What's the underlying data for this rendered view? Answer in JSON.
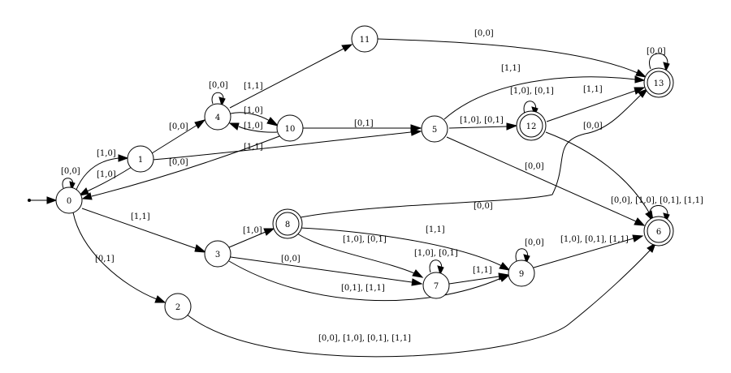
{
  "states": [
    {
      "id": "0",
      "label": "0",
      "accepting": false
    },
    {
      "id": "1",
      "label": "1",
      "accepting": false
    },
    {
      "id": "2",
      "label": "2",
      "accepting": false
    },
    {
      "id": "3",
      "label": "3",
      "accepting": false
    },
    {
      "id": "4",
      "label": "4",
      "accepting": false
    },
    {
      "id": "5",
      "label": "5",
      "accepting": false
    },
    {
      "id": "6",
      "label": "6",
      "accepting": true
    },
    {
      "id": "7",
      "label": "7",
      "accepting": false
    },
    {
      "id": "8",
      "label": "8",
      "accepting": true
    },
    {
      "id": "9",
      "label": "9",
      "accepting": false
    },
    {
      "id": "10",
      "label": "10",
      "accepting": false
    },
    {
      "id": "11",
      "label": "11",
      "accepting": false
    },
    {
      "id": "12",
      "label": "12",
      "accepting": true
    },
    {
      "id": "13",
      "label": "13",
      "accepting": true
    }
  ],
  "initial_state": "0",
  "transitions": [
    {
      "from": "0",
      "to": "0",
      "label": "[0,0]"
    },
    {
      "from": "0",
      "to": "1",
      "label": "[1,0]"
    },
    {
      "from": "1",
      "to": "0",
      "label": "[1,0]"
    },
    {
      "from": "0",
      "to": "3",
      "label": "[1,1]"
    },
    {
      "from": "0",
      "to": "2",
      "label": "[0,1]"
    },
    {
      "from": "1",
      "to": "4",
      "label": "[0,0]"
    },
    {
      "from": "1",
      "to": "5",
      "label": "[1,1]"
    },
    {
      "from": "4",
      "to": "4",
      "label": "[0,0]"
    },
    {
      "from": "4",
      "to": "11",
      "label": "[1,1]"
    },
    {
      "from": "4",
      "to": "10",
      "label": "[1,0]"
    },
    {
      "from": "10",
      "to": "4",
      "label": "[1,0]"
    },
    {
      "from": "10",
      "to": "0",
      "label": "[0,0]"
    },
    {
      "from": "10",
      "to": "5",
      "label": "[0,1]"
    },
    {
      "from": "11",
      "to": "13",
      "label": "[0,0]"
    },
    {
      "from": "5",
      "to": "13",
      "label": "[1,1]"
    },
    {
      "from": "5",
      "to": "12",
      "label": "[1,0], [0,1]"
    },
    {
      "from": "5",
      "to": "6",
      "label": "[0,0]"
    },
    {
      "from": "12",
      "to": "12",
      "label": "[1,0], [0,1]"
    },
    {
      "from": "12",
      "to": "13",
      "label": "[1,1]"
    },
    {
      "from": "12",
      "to": "6",
      "label": "[0,0]"
    },
    {
      "from": "13",
      "to": "13",
      "label": "[0,0]"
    },
    {
      "from": "6",
      "to": "6",
      "label": "[0,0], [1,0], [0,1], [1,1]"
    },
    {
      "from": "3",
      "to": "8",
      "label": "[1,0]"
    },
    {
      "from": "3",
      "to": "7",
      "label": "[0,0]"
    },
    {
      "from": "3",
      "to": "9",
      "label": "[0,1], [1,1]"
    },
    {
      "from": "8",
      "to": "13",
      "label": "[0,0]"
    },
    {
      "from": "8",
      "to": "9",
      "label": "[1,1]"
    },
    {
      "from": "8",
      "to": "7",
      "label": "[1,0], [0,1]"
    },
    {
      "from": "7",
      "to": "7",
      "label": "[1,0], [0,1]"
    },
    {
      "from": "7",
      "to": "9",
      "label": "[1,1]"
    },
    {
      "from": "9",
      "to": "9",
      "label": "[0,0]"
    },
    {
      "from": "9",
      "to": "6",
      "label": "[1,0], [0,1], [1,1]"
    },
    {
      "from": "2",
      "to": "6",
      "label": "[0,0], [1,0], [0,1], [1,1]"
    }
  ]
}
